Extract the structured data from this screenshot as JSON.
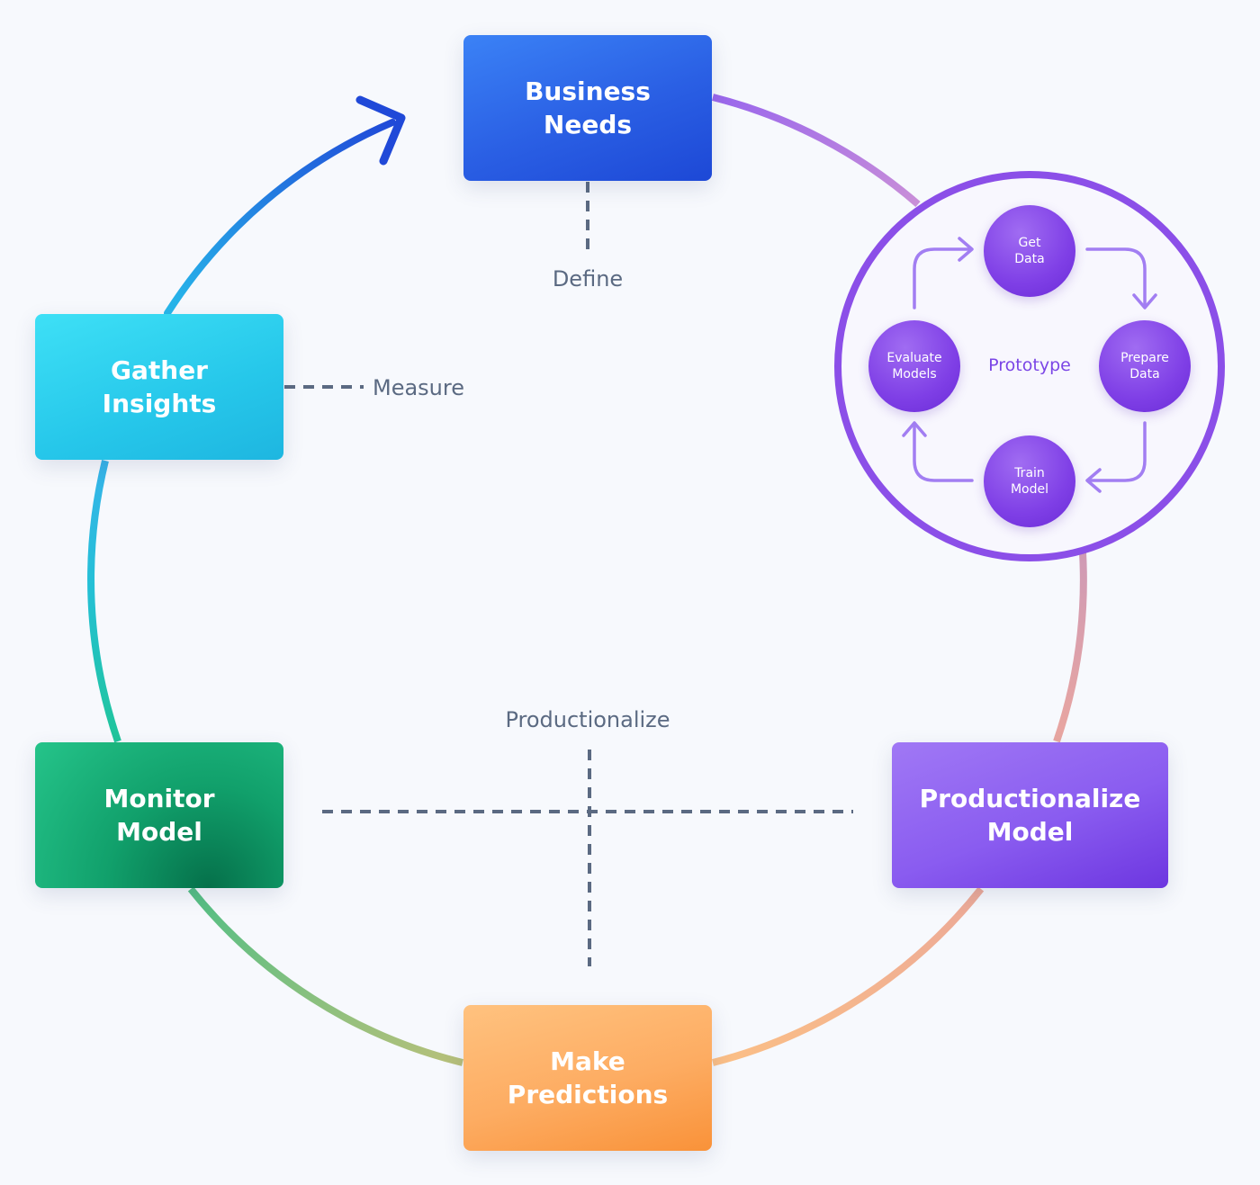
{
  "diagram": {
    "boxes": {
      "business_needs": [
        "Business",
        "Needs"
      ],
      "gather_insights": [
        "Gather",
        "Insights"
      ],
      "monitor_model": [
        "Monitor",
        "Model"
      ],
      "productionalize_model": [
        "Productionalize",
        "Model"
      ],
      "make_predictions": [
        "Make",
        "Predictions"
      ]
    },
    "annotations": {
      "define": "Define",
      "measure": "Measure",
      "productionalize": "Productionalize"
    },
    "prototype": {
      "label": "Prototype",
      "steps": {
        "get_data": [
          "Get",
          "Data"
        ],
        "prepare_data": [
          "Prepare",
          "Data"
        ],
        "train_model": [
          "Train",
          "Model"
        ],
        "evaluate_models": [
          "Evaluate",
          "Models"
        ]
      }
    }
  },
  "colors": {
    "business_needs": "#2f6ff0",
    "gather_insights": "#2ecbeb",
    "monitor_model": "#139f6b",
    "productionalize_model": "#8656ee",
    "make_predictions": "#fca758",
    "prototype_ring": "#8b4fe8",
    "connector_dash": "#5b6a82"
  }
}
